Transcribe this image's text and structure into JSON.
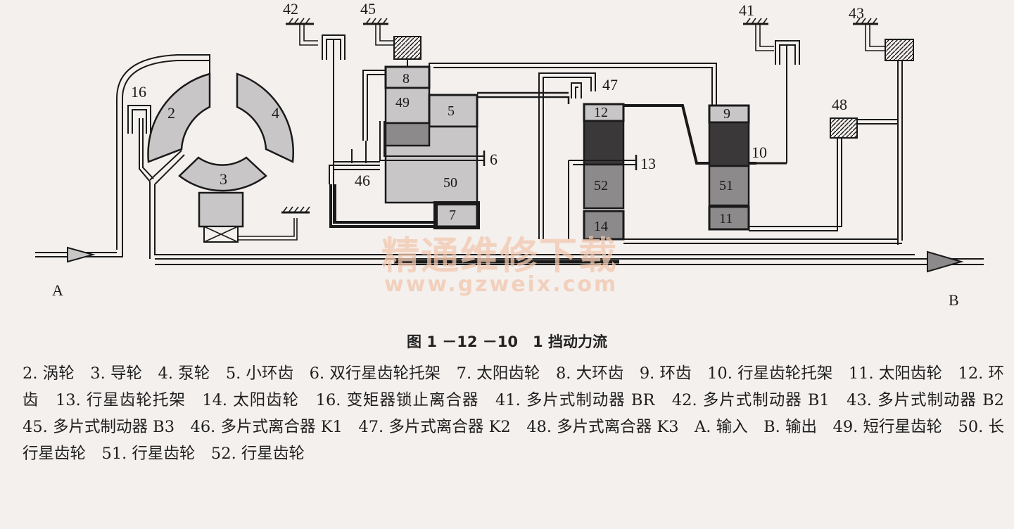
{
  "diagram": {
    "labels": {
      "l2": "2",
      "l3": "3",
      "l4": "4",
      "l5": "5",
      "l6": "6",
      "l7": "7",
      "l8": "8",
      "l9": "9",
      "l10": "10",
      "l11": "11",
      "l12": "12",
      "l13": "13",
      "l14": "14",
      "l16": "16",
      "l41": "41",
      "l42": "42",
      "l43": "43",
      "l45": "45",
      "l46": "46",
      "l47": "47",
      "l48": "48",
      "l49": "49",
      "l50": "50",
      "l51": "51",
      "l52": "52",
      "input": "A",
      "output": "B"
    },
    "watermark": {
      "line1": "精通维修下载",
      "line2": "www.gzweix.com"
    }
  },
  "caption": "图 1 －12 －10　1 挡动力流",
  "legend": "2. 涡轮　3. 导轮　4. 泵轮　5. 小环齿　6. 双行星齿轮托架　7. 太阳齿轮　8. 大环齿　9. 环齿　10. 行星齿轮托架　11. 太阳齿轮　12. 环齿　13. 行星齿轮托架　14. 太阳齿轮　16. 变矩器锁止离合器　41. 多片式制动器 BR　42. 多片式制动器 B1　43. 多片式制动器 B2　45. 多片式制动器 B3　46. 多片式离合器 K1　47. 多片式离合器 K2　48. 多片式离合器 K3　A. 输入　B. 输出　49. 短行星齿轮　50. 长行星齿轮　51. 行星齿轮　52. 行星齿轮",
  "colors": {
    "light_gray": "#c8c6c6",
    "mid_gray": "#8c8a8a",
    "dark_gray": "#3a3838",
    "line": "#1a1a1a",
    "watermark": "#f2c9b0"
  }
}
